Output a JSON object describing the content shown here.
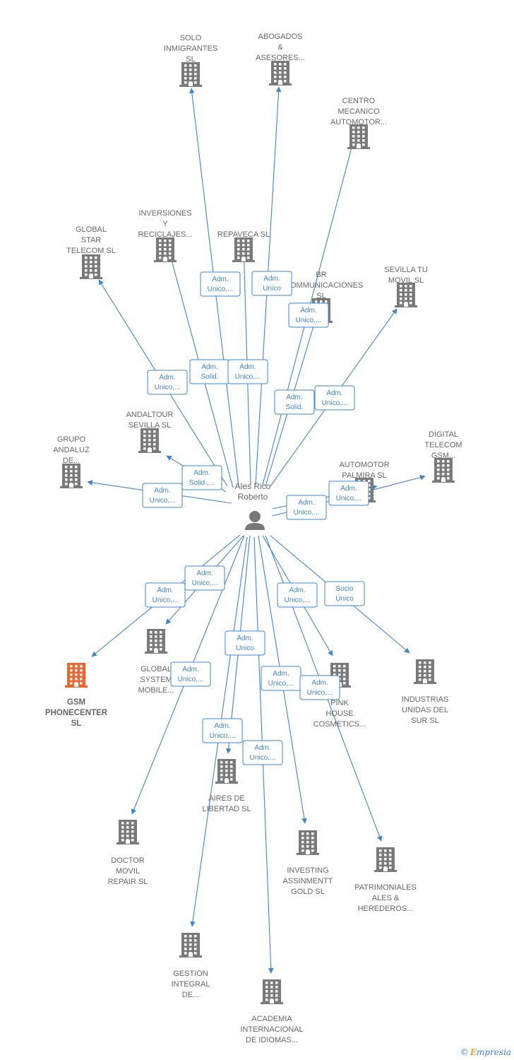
{
  "center": {
    "label_lines": [
      "Ales Rico",
      "Roberto"
    ],
    "icon": "person-icon"
  },
  "colors": {
    "edge": "#3f85d5",
    "node": "#7a7a7a",
    "highlight": "#f0632b",
    "label": "#666666"
  },
  "brand": {
    "copyright": "©",
    "e": "E",
    "rest": "mpresia"
  },
  "nodes": [
    {
      "id": "solo-inmigrantes",
      "lines": [
        "SOLO",
        "INMIGRANTES",
        "SL"
      ]
    },
    {
      "id": "abogados-asesores",
      "lines": [
        "ABOGADOS",
        "&",
        "ASESORES..."
      ]
    },
    {
      "id": "centro-mecanico",
      "lines": [
        "CENTRO",
        "MECANICO",
        "AUTOMOTOR..."
      ]
    },
    {
      "id": "inversiones-reciclajes",
      "lines": [
        "INVERSIONES",
        "Y",
        "RECICLAJES..."
      ]
    },
    {
      "id": "repaveca",
      "lines": [
        "REPAVECA  SL"
      ]
    },
    {
      "id": "global-star-telecom",
      "lines": [
        "GLOBAL",
        "STAR",
        "TELECOM  SL"
      ]
    },
    {
      "id": "br-communicaciones",
      "lines": [
        "BR",
        "ECOMMUNICACIONES",
        "SL"
      ]
    },
    {
      "id": "sevilla-tu-movil",
      "lines": [
        "SEVILLA TU",
        "MOVIL  SL"
      ]
    },
    {
      "id": "andaltour-sevilla",
      "lines": [
        "ANDALTOUR",
        "SEVILLA  SL"
      ]
    },
    {
      "id": "grupo-andaluz",
      "lines": [
        "GRUPO",
        "ANDALUZ",
        "DE..."
      ]
    },
    {
      "id": "automotor-palmira",
      "lines": [
        "AUTOMOTOR",
        "PALMIRA  SL"
      ]
    },
    {
      "id": "digital-telecom-gsm",
      "lines": [
        "DIGITAL",
        "TELECOM",
        "GSM..."
      ]
    },
    {
      "id": "gsm-phonecenter",
      "lines": [
        "GSM",
        "PHONECENTER",
        "SL"
      ],
      "highlight": true
    },
    {
      "id": "global-system-mobile",
      "lines": [
        "GLOBAL",
        "SYSTEM",
        "MOBILE..."
      ]
    },
    {
      "id": "pink-house-cosmetics",
      "lines": [
        "PINK",
        "HOUSE",
        "COSMETICS..."
      ]
    },
    {
      "id": "industrias-unidas-del-sur",
      "lines": [
        "INDUSTRIAS",
        "UNIDAS DEL",
        "SUR  SL"
      ]
    },
    {
      "id": "aires-de-libertad",
      "lines": [
        "AIRES DE",
        "LIBERTAD SL"
      ]
    },
    {
      "id": "doctor-movil-repair",
      "lines": [
        "DOCTOR",
        "MOVIL",
        "REPAIR  SL"
      ]
    },
    {
      "id": "investing-assinmentt-gold",
      "lines": [
        "INVESTING",
        "ASSINMENTT",
        "GOLD  SL"
      ]
    },
    {
      "id": "patrimoniales-ales-herederos",
      "lines": [
        "PATRIMONIALES",
        "ALES &",
        "HEREDEROS..."
      ]
    },
    {
      "id": "gestion-integral",
      "lines": [
        "GESTION",
        "INTEGRAL",
        "DE..."
      ]
    },
    {
      "id": "academia-internacional",
      "lines": [
        "ACADEMIA",
        "INTERNACIONAL",
        "DE IDIOMAS..."
      ]
    }
  ],
  "edges": [
    {
      "target": "solo-inmigrantes",
      "lines": [
        "Adm.",
        "Unico,..."
      ]
    },
    {
      "target": "abogados-asesores",
      "lines": [
        "Adm.",
        "Unico"
      ]
    },
    {
      "target": "centro-mecanico",
      "lines": [
        "Adm.",
        "Unico,..."
      ]
    },
    {
      "target": "inversiones-reciclajes",
      "lines": [
        "Adm.",
        "Solid."
      ]
    },
    {
      "target": "repaveca",
      "lines": [
        "Adm.",
        "Unico,..."
      ]
    },
    {
      "target": "global-star-telecom",
      "lines": [
        "Adm.",
        "Unico,..."
      ]
    },
    {
      "target": "br-communicaciones",
      "lines": [
        "Adm.",
        "Solid."
      ]
    },
    {
      "target": "sevilla-tu-movil",
      "lines": [
        "Adm.",
        "Unico,..."
      ]
    },
    {
      "target": "andaltour-sevilla",
      "lines": [
        "Adm.",
        "Solid.,..."
      ]
    },
    {
      "target": "grupo-andaluz",
      "lines": [
        "Adm.",
        "Unico,..."
      ]
    },
    {
      "target": "automotor-palmira",
      "lines": [
        "Adm.",
        "Unico,..."
      ]
    },
    {
      "target": "digital-telecom-gsm",
      "lines": [
        "Adm.",
        "Unico,..."
      ]
    },
    {
      "target": "gsm-phonecenter",
      "lines": [
        "Adm.",
        "Unico,..."
      ]
    },
    {
      "target": "global-system-mobile",
      "lines": [
        "Adm.",
        "Unico,..."
      ]
    },
    {
      "target": "pink-house-cosmetics",
      "lines": [
        "Adm.",
        "Unico,..."
      ]
    },
    {
      "target": "industrias-unidas-del-sur",
      "lines": [
        "Socio",
        "Único"
      ]
    },
    {
      "target": "aires-de-libertad",
      "lines": [
        "Adm.",
        "Unico"
      ]
    },
    {
      "target": "doctor-movil-repair",
      "lines": [
        "Adm.",
        "Unico,..."
      ]
    },
    {
      "target": "investing-assinmentt-gold",
      "lines": [
        "Adm.",
        "Unico,..."
      ]
    },
    {
      "target": "patrimoniales-ales-herederos",
      "lines": [
        "Adm.",
        "Unico,..."
      ]
    },
    {
      "target": "gestion-integral",
      "lines": [
        "Adm.",
        "Unico,..."
      ]
    },
    {
      "target": "academia-internacional",
      "lines": [
        "Adm.",
        "Unico,..."
      ]
    }
  ]
}
